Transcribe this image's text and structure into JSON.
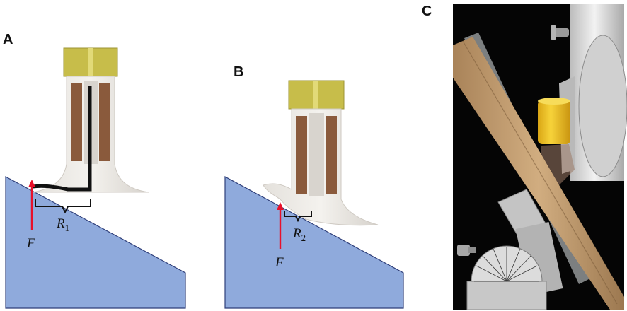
{
  "panels": {
    "a": {
      "label": "A",
      "force_label": "F",
      "radius_symbol": "R",
      "radius_subscript": "1"
    },
    "b": {
      "label": "B",
      "force_label": "F",
      "radius_symbol": "R",
      "radius_subscript": "2"
    },
    "c": {
      "label": "C"
    }
  },
  "colors": {
    "wedge_fill": "#8faadc",
    "wedge_stroke": "#2f3f7a",
    "mount_yellow": "#c7bd4a",
    "coil_brown": "#8a5a3c",
    "housing_grey": "#cbc6c0",
    "force_arrow": "#e8102a",
    "photo_background": "#050505",
    "photo_plank": "#c9a57a",
    "photo_spool": "#f0c020"
  }
}
